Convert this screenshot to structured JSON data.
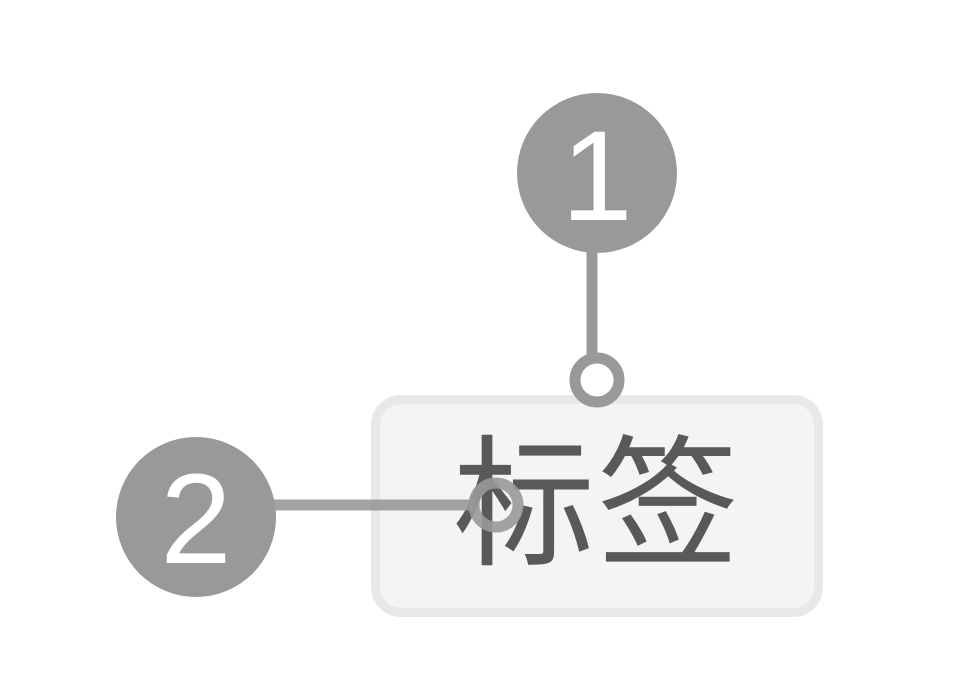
{
  "label": {
    "text": "标签"
  },
  "markers": [
    {
      "number": "1"
    },
    {
      "number": "2"
    }
  ],
  "colors": {
    "marker_fill": "#999999",
    "connector": "#999999",
    "box_fill": "#f4f4f4",
    "box_border": "#e8e8e8",
    "label_text": "#595959",
    "marker_text": "#ffffff"
  }
}
